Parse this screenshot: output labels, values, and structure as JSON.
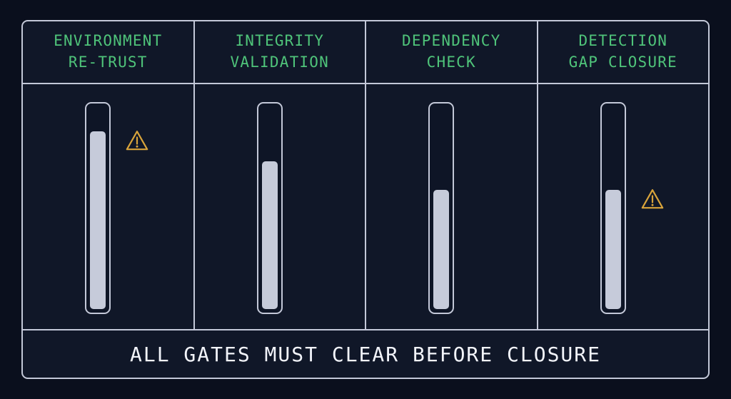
{
  "panel": {
    "background_color": "#101728",
    "border_color": "#c3c8d8",
    "header_text_color": "#4fc47a",
    "fill_color": "#c6cbda",
    "warning_color": "#d9a43b"
  },
  "gates": [
    {
      "title": "ENVIRONMENT\nRE-TRUST",
      "fill_percent": 88,
      "warning": true,
      "warning_icon": "warning-triangle-icon"
    },
    {
      "title": "INTEGRITY\nVALIDATION",
      "fill_percent": 73,
      "warning": false,
      "warning_icon": null
    },
    {
      "title": "DEPENDENCY\nCHECK",
      "fill_percent": 59,
      "warning": false,
      "warning_icon": null
    },
    {
      "title": "DETECTION\nGAP CLOSURE",
      "fill_percent": 59,
      "warning": true,
      "warning_icon": "warning-triangle-icon"
    }
  ],
  "footer": {
    "notice": "ALL GATES MUST CLEAR BEFORE CLOSURE"
  }
}
